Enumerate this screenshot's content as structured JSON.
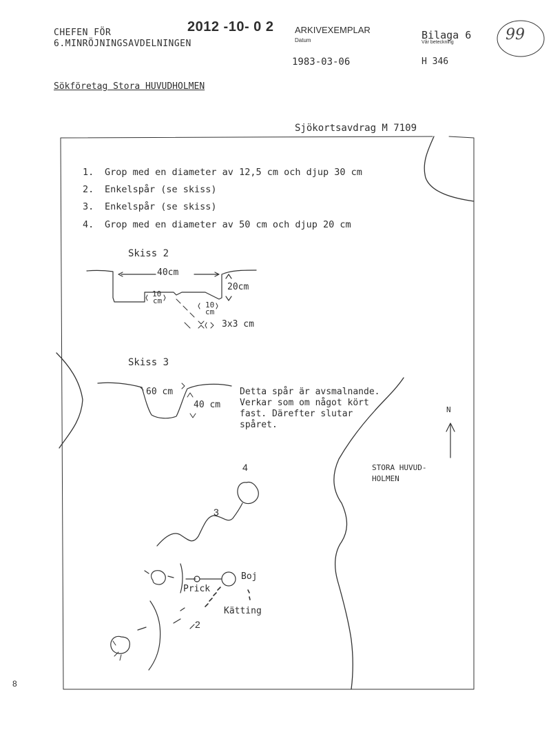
{
  "header": {
    "org_line1": "CHEFEN FÖR",
    "org_line2": "6.MINRÖJNINGSAVDELNINGEN",
    "stamp": "2012 -10- 0 2",
    "archive": "ARKIVEXEMPLAR",
    "datum_label": "Datum",
    "date": "1983-03-06",
    "bilaga": "Bilaga 6",
    "var_beteckning": "Vår beteckning",
    "reference": "H 346",
    "page_number": "99"
  },
  "subject": "Sökföretag Stora HUVUDHOLMEN",
  "chart_reference": "Sjökortsavdrag M 7109",
  "findings": [
    {
      "num": "1.",
      "text": "Grop med en diameter av 12,5 cm och djup 30 cm"
    },
    {
      "num": "2.",
      "text": "Enkelspår  (se skiss)"
    },
    {
      "num": "3.",
      "text": "Enkelspår  (se skiss)"
    },
    {
      "num": "4.",
      "text": "Grop med en diameter av 50 cm och djup 20 cm"
    }
  ],
  "sketch2": {
    "title": "Skiss 2",
    "width_label": "40cm",
    "depth_label": "20cm",
    "left_groove_top": "10",
    "left_groove_bottom": "cm",
    "right_groove_top": "10",
    "right_groove_bottom": "cm",
    "small_dim": "3x3 cm"
  },
  "sketch3": {
    "title": "Skiss 3",
    "width_label": "60 cm",
    "depth_label": "40 cm",
    "note_lines": [
      "Detta spår är avsmalnande.",
      "Verkar som om något kört",
      "fast. Därefter slutar",
      "spåret."
    ]
  },
  "map": {
    "north_label": "N",
    "island_line1": "STORA HUVUD-",
    "island_line2": "HOLMEN",
    "label_4": "4",
    "label_3": "3",
    "label_2": "2",
    "label_boj": "Boj",
    "label_prick": "Prick",
    "label_katting": "Kätting"
  },
  "margin_number": "8"
}
